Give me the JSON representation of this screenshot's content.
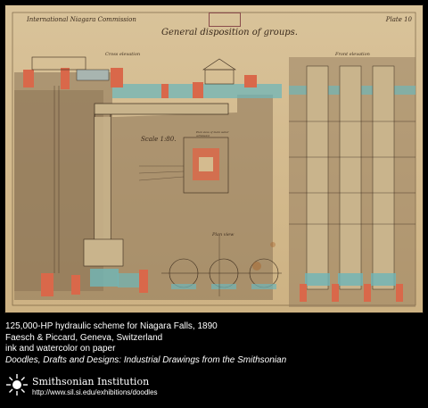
{
  "drawing": {
    "plate_title": "International Niagara Commission",
    "plate_number": "Plate 10",
    "title": "General disposition of groups.",
    "label_cross_elevation": "Cross elevation",
    "label_front_elevation": "Front elevation",
    "label_scale": "Scale 1:80.",
    "label_plan_view": "Plan view",
    "label_plan_view_inset": "Plan view of main water admission",
    "colors": {
      "paper": "#d6bf93",
      "ink": "#3a2a1c",
      "wash_red": "#d9684a",
      "wash_blue": "#6fb6b8",
      "wash_brown": "#8b7356"
    }
  },
  "caption": {
    "line1": "125,000-HP hydraulic scheme for Niagara Falls, 1890",
    "line2": "Faesch & Piccard, Geneva, Switzerland",
    "line3": "ink and watercolor on paper",
    "line4": "Doodles, Drafts and Designs: Industrial Drawings from the Smithsonian"
  },
  "organization": {
    "name": "Smithsonian Institution",
    "url": "http://www.sil.si.edu/exhibitions/doodles",
    "logo_icon": "smithsonian-sunburst-icon"
  }
}
